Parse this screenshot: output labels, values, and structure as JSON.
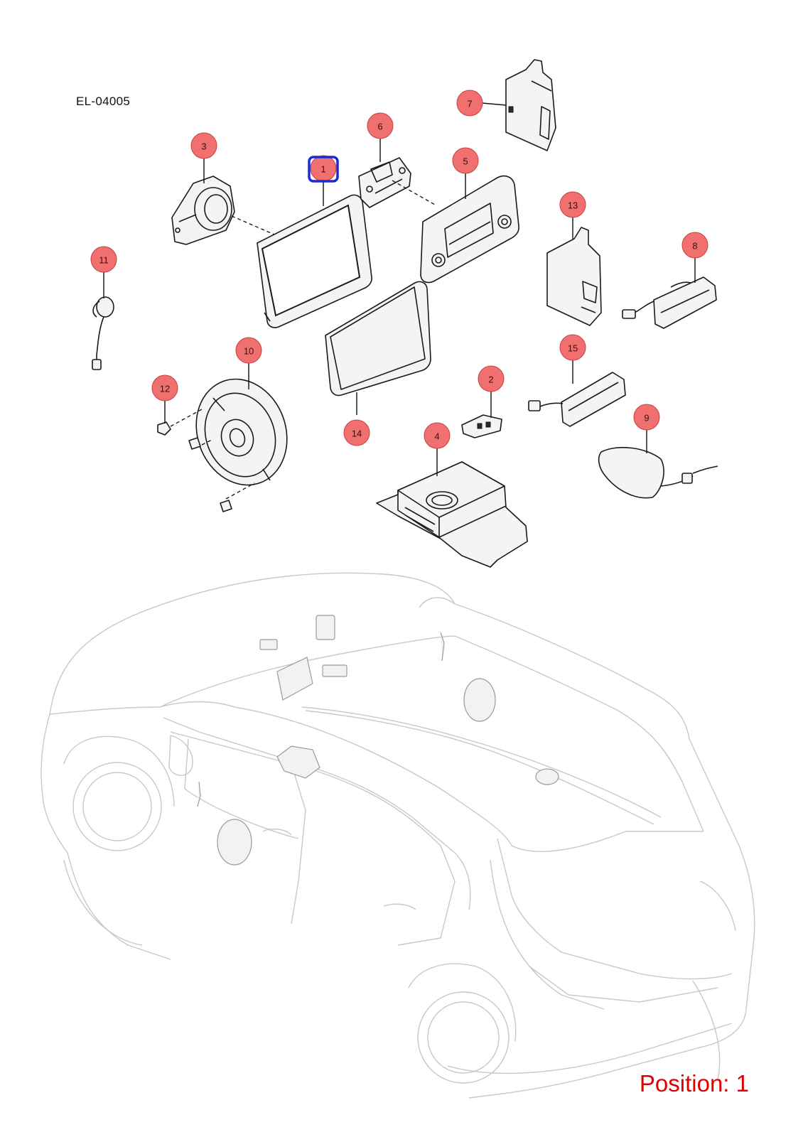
{
  "diagram_code": "EL-04005",
  "position_label": "Position: 1",
  "highlight_color": "#1a2bd6",
  "callout_color": "#f07070",
  "position_text_color": "#e00000",
  "selected_callout": "1",
  "callouts": [
    {
      "id": "c1",
      "label": "1"
    },
    {
      "id": "c2",
      "label": "2"
    },
    {
      "id": "c3",
      "label": "3"
    },
    {
      "id": "c4",
      "label": "4"
    },
    {
      "id": "c5",
      "label": "5"
    },
    {
      "id": "c6",
      "label": "6"
    },
    {
      "id": "c7",
      "label": "7"
    },
    {
      "id": "c8",
      "label": "8"
    },
    {
      "id": "c9",
      "label": "9"
    },
    {
      "id": "c10",
      "label": "10"
    },
    {
      "id": "c11",
      "label": "11"
    },
    {
      "id": "c12",
      "label": "12"
    },
    {
      "id": "c13",
      "label": "13"
    },
    {
      "id": "c14",
      "label": "14"
    },
    {
      "id": "c15",
      "label": "15"
    }
  ]
}
